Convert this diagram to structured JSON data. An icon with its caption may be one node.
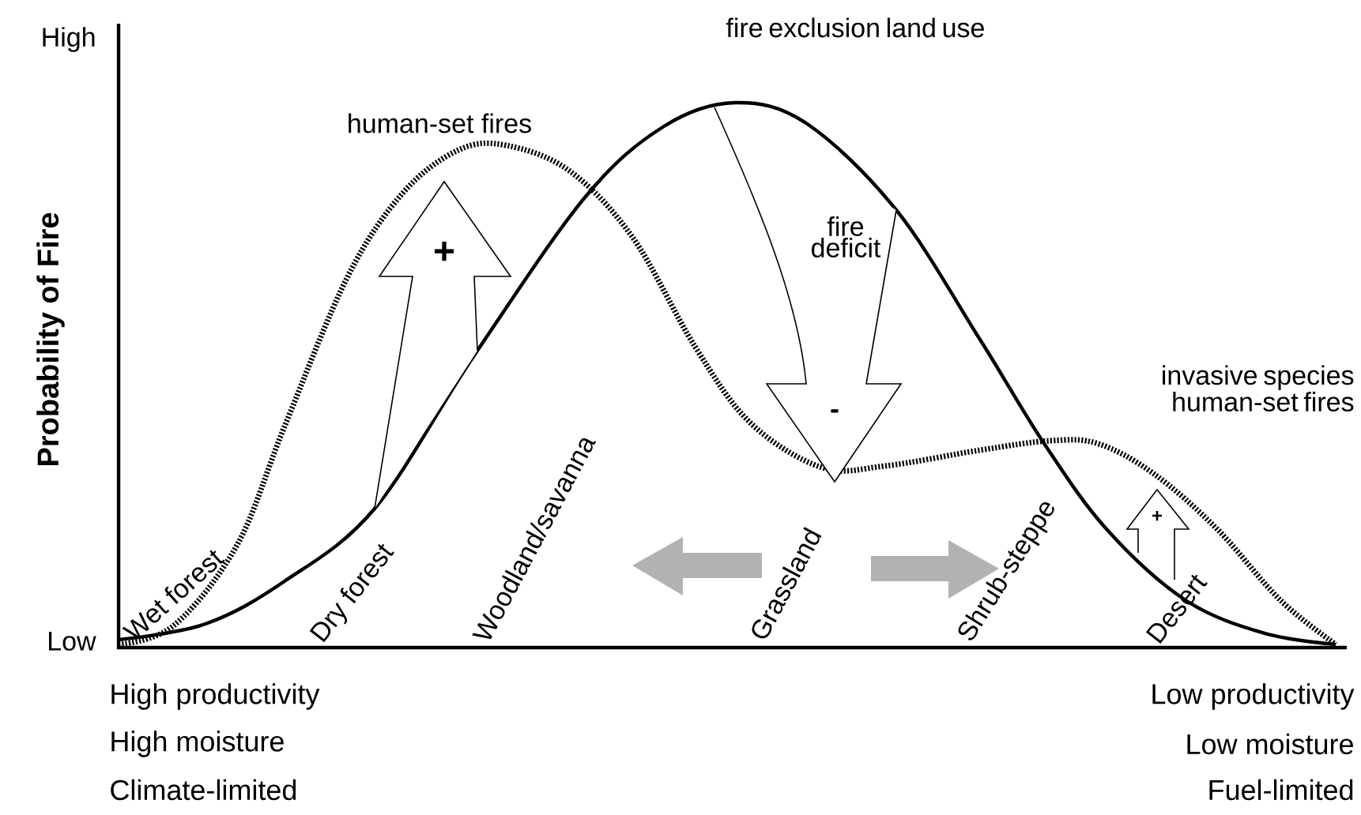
{
  "diagram": {
    "labels": [
      "High",
      "Low",
      "Probability of Fire",
      "human-set fires",
      "+",
      "fire exclusion land use",
      "fire deficit",
      "-",
      "invasive species human-set fires",
      "+",
      "Wet forest",
      "Dry forest",
      "Woodland/savanna",
      "Grassland",
      "Shrub-steppe",
      "Desert",
      "High productivity",
      "High moisture",
      "Climate-limited",
      "Low productivity",
      "Low moisture",
      "Fuel-limited"
    ]
  }
}
